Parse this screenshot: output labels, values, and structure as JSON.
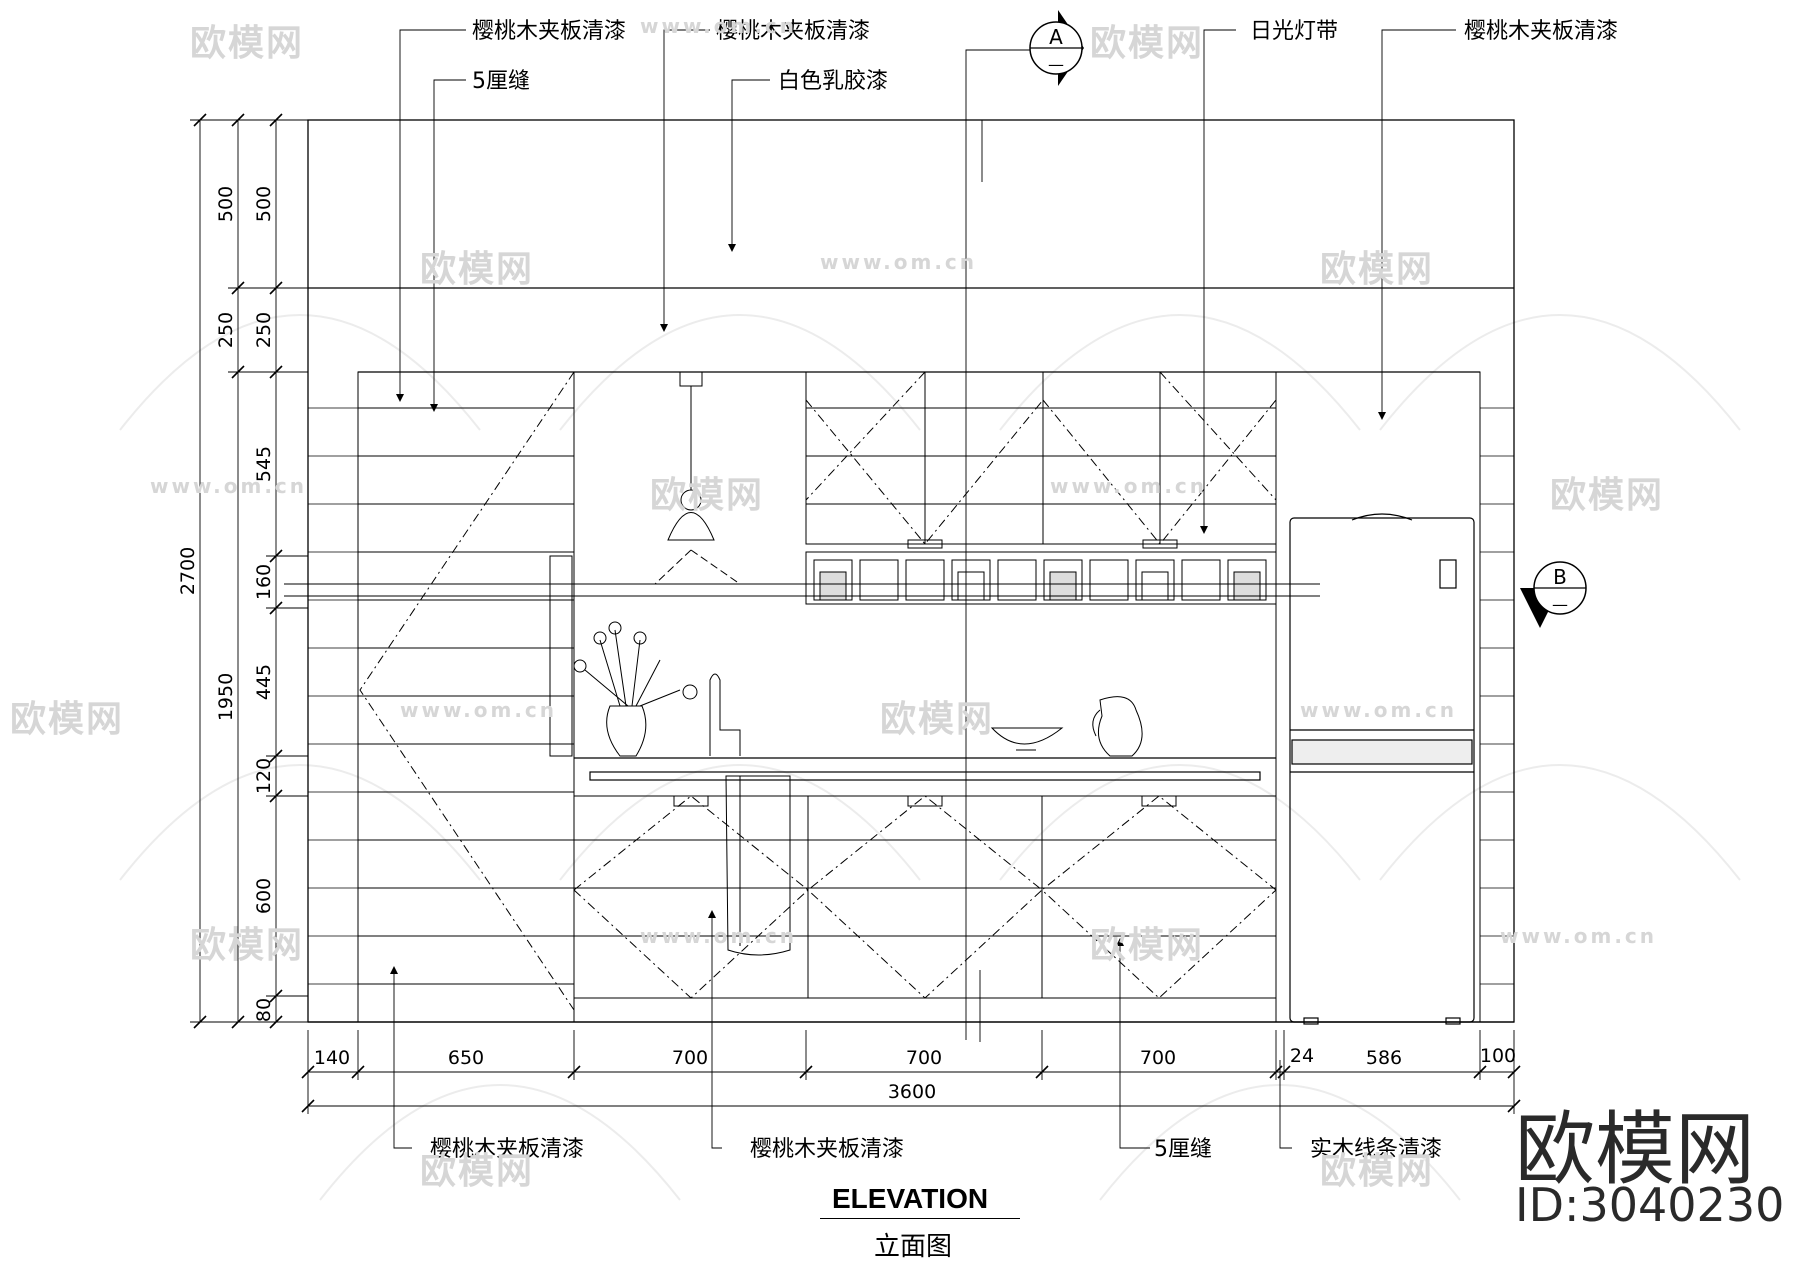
{
  "drawing": {
    "title_en": "ELEVATION",
    "title_cn": "立面图",
    "brand": "欧模网",
    "brand_id": "ID:3040230",
    "watermark_text": "欧模网",
    "watermark_url": "www.om.cn"
  },
  "section_markers": [
    {
      "letter": "A",
      "sub": "—"
    },
    {
      "letter": "B",
      "sub": "—"
    }
  ],
  "annotations_top": [
    {
      "text": "樱桃木夹板清漆"
    },
    {
      "text": "樱桃木夹板清漆"
    },
    {
      "text": "日光灯带"
    },
    {
      "text": "樱桃木夹板清漆"
    },
    {
      "text": "5厘缝"
    },
    {
      "text": "白色乳胶漆"
    }
  ],
  "annotations_bottom": [
    {
      "text": "樱桃木夹板清漆"
    },
    {
      "text": "樱桃木夹板清漆"
    },
    {
      "text": "5厘缝"
    },
    {
      "text": "实木线条清漆"
    }
  ],
  "dims_left_outer": [
    "2700"
  ],
  "dims_left_mid": [
    "1950"
  ],
  "dims_left_inner": [
    "500",
    "250",
    "545",
    "160",
    "445",
    "120",
    "600",
    "80"
  ],
  "dims_bottom": [
    "140",
    "650",
    "700",
    "700",
    "700",
    "24",
    "586",
    "100"
  ],
  "dims_total": [
    "3600"
  ]
}
